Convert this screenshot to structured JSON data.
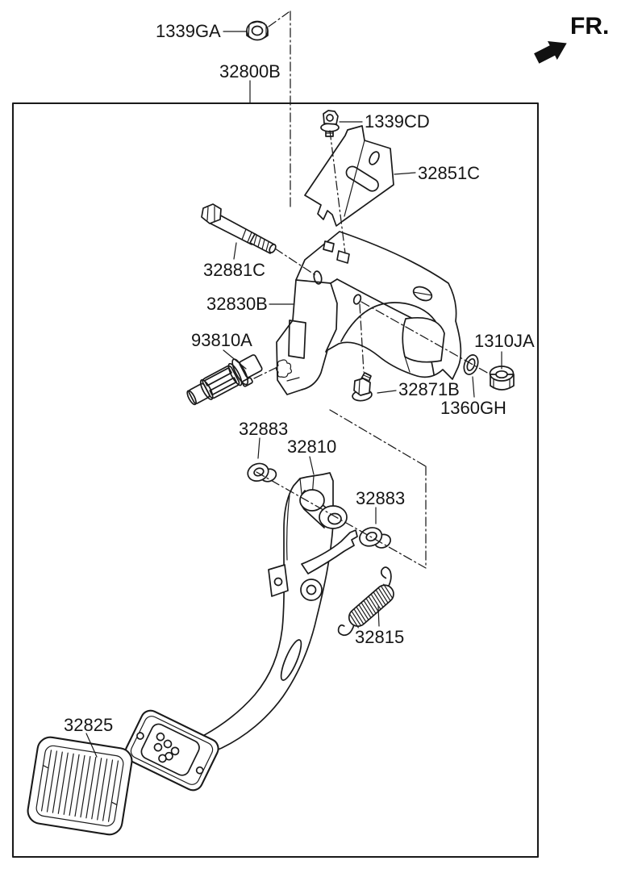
{
  "figure": {
    "type": "exploded-parts-diagram",
    "subject": "brake-pedal-assembly",
    "fr_label": "FR.",
    "labels": {
      "l1339GA": "1339GA",
      "l32800B": "32800B",
      "l1339CD": "1339CD",
      "l32851C": "32851C",
      "l32881C": "32881C",
      "l32830B": "32830B",
      "l93810A": "93810A",
      "l1310JA": "1310JA",
      "l32871B": "32871B",
      "l1360GH": "1360GH",
      "l32883_left": "32883",
      "l32810": "32810",
      "l32883_right": "32883",
      "l32815": "32815",
      "l32825": "32825"
    },
    "part_numbers_visible": [
      "1339GA",
      "32800B",
      "1339CD",
      "32851C",
      "32881C",
      "32830B",
      "93810A",
      "1310JA",
      "32871B",
      "1360GH",
      "32883",
      "32810",
      "32883",
      "32815",
      "32825"
    ],
    "colors": {
      "line": "#1a1a1a",
      "background": "#ffffff",
      "switch_body_gray": "#a6a6a6",
      "switch_dark_gray": "#8d8d8d",
      "switch_light_gray": "#c9c9c9",
      "nut_gray": "#e8e8e8"
    }
  }
}
